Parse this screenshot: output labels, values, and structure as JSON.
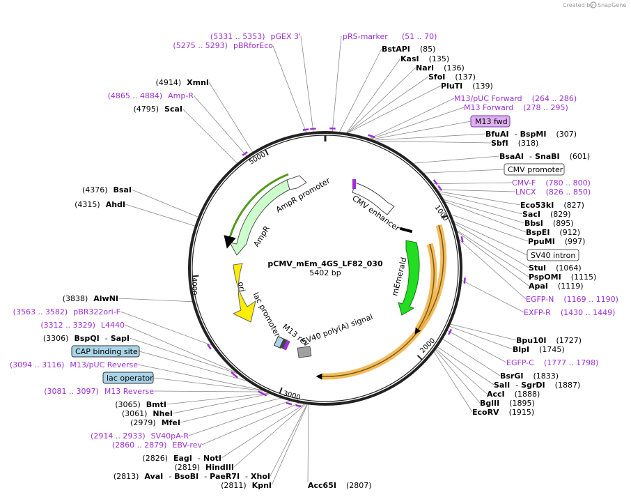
{
  "credit": {
    "created_by": "Created by",
    "brand": "SnapGene"
  },
  "plasmid": {
    "name": "pCMV_mEm_4GS_LF82_030",
    "length": "5402 bp"
  },
  "ticks": [
    "1000",
    "2000",
    "3000",
    "4000",
    "5000"
  ],
  "features": {
    "cmv_enhancer": "CMV enhancer",
    "memerald": "mEmerald",
    "sv40_polya": "SV40 poly(A) signal",
    "m13_rev": "M13 rev",
    "lac_promoter": "lac promoter",
    "ori": "ori",
    "ampr": "AmpR",
    "ampr_promoter": "AmpR promoter"
  },
  "colors": {
    "primer": "#9d2fd6",
    "ampr_fill": "#ccffcc",
    "memerald_fill": "#22dd22",
    "ori_fill": "#ffee00",
    "orf_highlight": "#f0b040",
    "promoter_fill": "#ffffff",
    "sv40_box": "#a0a0a0",
    "lac_box": "#aad4e8",
    "m13fwd_box": "#dcb0f0"
  },
  "labels": {
    "pgex": {
      "range": "(5331 .. 5353)",
      "name": "pGEX 3'"
    },
    "pbrforeco": {
      "range": "(5275 .. 5293)",
      "name": "pBRforEco"
    },
    "prs": {
      "name": "pRS-marker",
      "range": "(51 .. 70)"
    },
    "bstapi": {
      "name": "BstAPI",
      "pos": "(85)"
    },
    "kasi": {
      "name": "KasI",
      "pos": "(135)"
    },
    "nari": {
      "name": "NarI",
      "pos": "(136)"
    },
    "sfoi": {
      "name": "SfoI",
      "pos": "(137)"
    },
    "pluti": {
      "name": "PluTI",
      "pos": "(139)"
    },
    "m13puc_fwd": {
      "name": "M13/pUC Forward",
      "range": "(264 .. 286)"
    },
    "m13_forward": {
      "name": "M13 Forward",
      "range": "(278 .. 295)"
    },
    "m13fwd_box": "M13 fwd",
    "bfuai": {
      "name1": "BfuAI",
      "sep": "-",
      "name2": "BspMI",
      "pos": "(307)"
    },
    "sbfi": {
      "name": "SbfI",
      "pos": "(318)"
    },
    "bsaai": {
      "name1": "BsaAI",
      "sep": "-",
      "name2": "SnaBI",
      "pos": "(601)"
    },
    "cmv_promoter_box": "CMV promoter",
    "cmvf": {
      "name": "CMV-F",
      "range": "(780 .. 800)"
    },
    "lncx": {
      "name": "LNCX",
      "range": "(826 .. 850)"
    },
    "eco53ki": {
      "name": "Eco53kI",
      "pos": "(827)"
    },
    "saci": {
      "name": "SacI",
      "pos": "(829)"
    },
    "bbsi": {
      "name": "BbsI",
      "pos": "(895)"
    },
    "bspei": {
      "name": "BspEI",
      "pos": "(912)"
    },
    "ppumi": {
      "name": "PpuMI",
      "pos": "(997)"
    },
    "sv40_intron_box": "SV40 intron",
    "stui": {
      "name": "StuI",
      "pos": "(1064)"
    },
    "pspomi": {
      "name": "PspOMI",
      "pos": "(1115)"
    },
    "apai": {
      "name": "ApaI",
      "pos": "(1119)"
    },
    "egfpn": {
      "name": "EGFP-N",
      "range": "(1169 .. 1190)"
    },
    "exfpr": {
      "name": "EXFP-R",
      "range": "(1430 .. 1449)"
    },
    "bpu10i": {
      "name": "Bpu10I",
      "pos": "(1727)"
    },
    "blpi": {
      "name": "BlpI",
      "pos": "(1745)"
    },
    "egfpc": {
      "name": "EGFP-C",
      "range": "(1777 .. 1798)"
    },
    "bsrgi": {
      "name": "BsrGI",
      "pos": "(1833)"
    },
    "sali": {
      "name1": "SalI",
      "sep": "-",
      "name2": "SgrDI",
      "pos": "(1887)"
    },
    "acci": {
      "name": "AccI",
      "pos": "(1888)"
    },
    "bglii": {
      "name": "BglII",
      "pos": "(1895)"
    },
    "ecorv": {
      "name": "EcoRV",
      "pos": "(1915)"
    },
    "acc65i": {
      "name": "Acc65I",
      "pos": "(2807)"
    },
    "kpni": {
      "pos": "(2811)",
      "name": "KpnI"
    },
    "avai": {
      "pos": "(2813)",
      "name1": "AvaI",
      "name2": "BsoBI",
      "name3": "PaeR7I",
      "name4": "XhoI",
      "sep": "-"
    },
    "hindiii": {
      "pos": "(2819)",
      "name": "HindIII"
    },
    "eagi": {
      "pos": "(2826)",
      "name1": "EagI",
      "sep": "-",
      "name2": "NotI"
    },
    "ebvrev": {
      "range": "(2860 .. 2879)",
      "name": "EBV-rev"
    },
    "sv40par": {
      "range": "(2914 .. 2933)",
      "name": "SV40pA-R"
    },
    "mfei": {
      "pos": "(2979)",
      "name": "MfeI"
    },
    "nhei": {
      "pos": "(3061)",
      "name": "NheI"
    },
    "bmti": {
      "pos": "(3065)",
      "name": "BmtI"
    },
    "m13reverse": {
      "range": "(3081 .. 3097)",
      "name": "M13 Reverse"
    },
    "lac_operator_box": "lac operator",
    "m13puc_rev": {
      "range": "(3094 .. 3116)",
      "name": "M13/pUC Reverse"
    },
    "cap_box": "CAP binding site",
    "bspqi": {
      "pos": "(3306)",
      "name1": "BspQI",
      "sep": "-",
      "name2": "SapI"
    },
    "l4440": {
      "range": "(3312 .. 3329)",
      "name": "L4440"
    },
    "pbr322ori": {
      "range": "(3563 .. 3582)",
      "name": "pBR322ori-F"
    },
    "alwni": {
      "pos": "(3838)",
      "name": "AlwNI"
    },
    "ahdi": {
      "pos": "(4315)",
      "name": "AhdI"
    },
    "bsai": {
      "pos": "(4376)",
      "name": "BsaI"
    },
    "scai": {
      "pos": "(4795)",
      "name": "ScaI"
    },
    "ampr_site": {
      "range": "(4865 .. 4884)",
      "name": "Amp-R"
    },
    "xmni": {
      "pos": "(4914)",
      "name": "XmnI"
    }
  }
}
